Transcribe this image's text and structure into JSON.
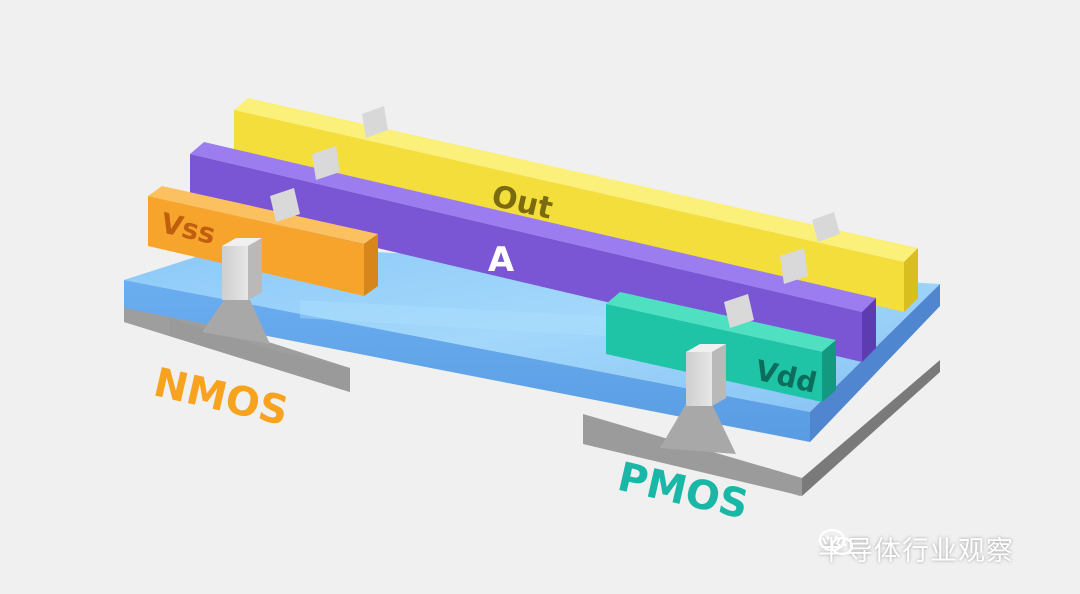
{
  "diagram": {
    "rails": {
      "out": "Out",
      "input": "A",
      "vss": "Vss",
      "vdd": "Vdd"
    },
    "devices": {
      "nmos": "NMOS",
      "pmos": "PMOS"
    }
  },
  "watermark": {
    "text": "半导体行业观察",
    "icon": "wechat-icon"
  },
  "colors": {
    "out_rail": "#f6e23d",
    "input_rail": "#7d58d8",
    "vss_rail": "#f7a52e",
    "vdd_rail": "#1fc1a3",
    "channel": "#7dbff7",
    "substrate": "#9a9a9a",
    "nmos_label": "#f7a31f",
    "pmos_label": "#1ab7a6"
  }
}
